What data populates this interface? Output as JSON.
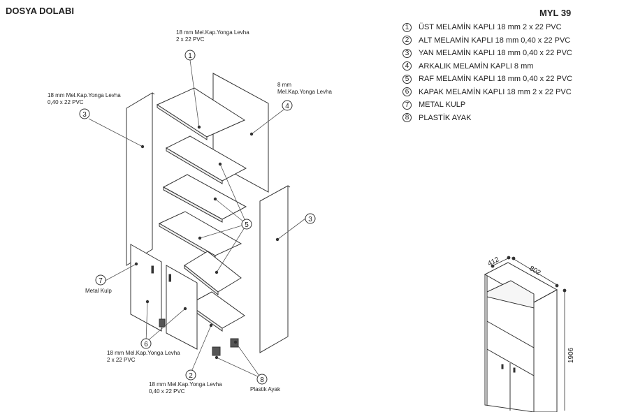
{
  "header": {
    "title": "DOSYA DOLABI",
    "model_code": "MYL 39"
  },
  "parts_list": [
    {
      "no": "1",
      "label": "ÜST MELAMİN KAPLI 18 mm  2 x 22 PVC"
    },
    {
      "no": "2",
      "label": "ALT MELAMİN KAPLI 18 mm  0,40 x 22 PVC"
    },
    {
      "no": "3",
      "label": "YAN MELAMİN KAPLI 18 mm  0,40 x 22 PVC"
    },
    {
      "no": "4",
      "label": "ARKALIK MELAMİN KAPLI 8 mm"
    },
    {
      "no": "5",
      "label": "RAF MELAMİN KAPLI 18 mm  0,40 x 22 PVC"
    },
    {
      "no": "6",
      "label": "KAPAK MELAMİN KAPLI 18 mm  2 x 22 PVC"
    },
    {
      "no": "7",
      "label": "METAL KULP"
    },
    {
      "no": "8",
      "label": "PLASTİK AYAK"
    }
  ],
  "notes": {
    "top_1": "18 mm Mel.Kap.Yonga Levha",
    "top_2": "2 x 22 PVC",
    "back_1": "8 mm",
    "back_2": "Mel.Kap.Yonga Levha",
    "side_1": "18 mm  Mel.Kap.Yonga Levha",
    "side_2": "0,40 x 22 PVC",
    "door_1": "18 mm Mel.Kap.Yonga Levha",
    "door_2": "2 x 22 PVC",
    "bottom_1": "18 mm Mel.Kap.Yonga Levha",
    "bottom_2": "0,40 x 22 PVC",
    "handle": "Metal Kulp",
    "foot": "Plastik Ayak"
  },
  "callouts": {
    "c1": "1",
    "c2": "2",
    "c3a": "3",
    "c3b": "3",
    "c4": "4",
    "c5": "5",
    "c6": "6",
    "c7": "7",
    "c8": "8"
  },
  "dimensions": {
    "depth": "412",
    "width": "802",
    "height": "1906"
  }
}
